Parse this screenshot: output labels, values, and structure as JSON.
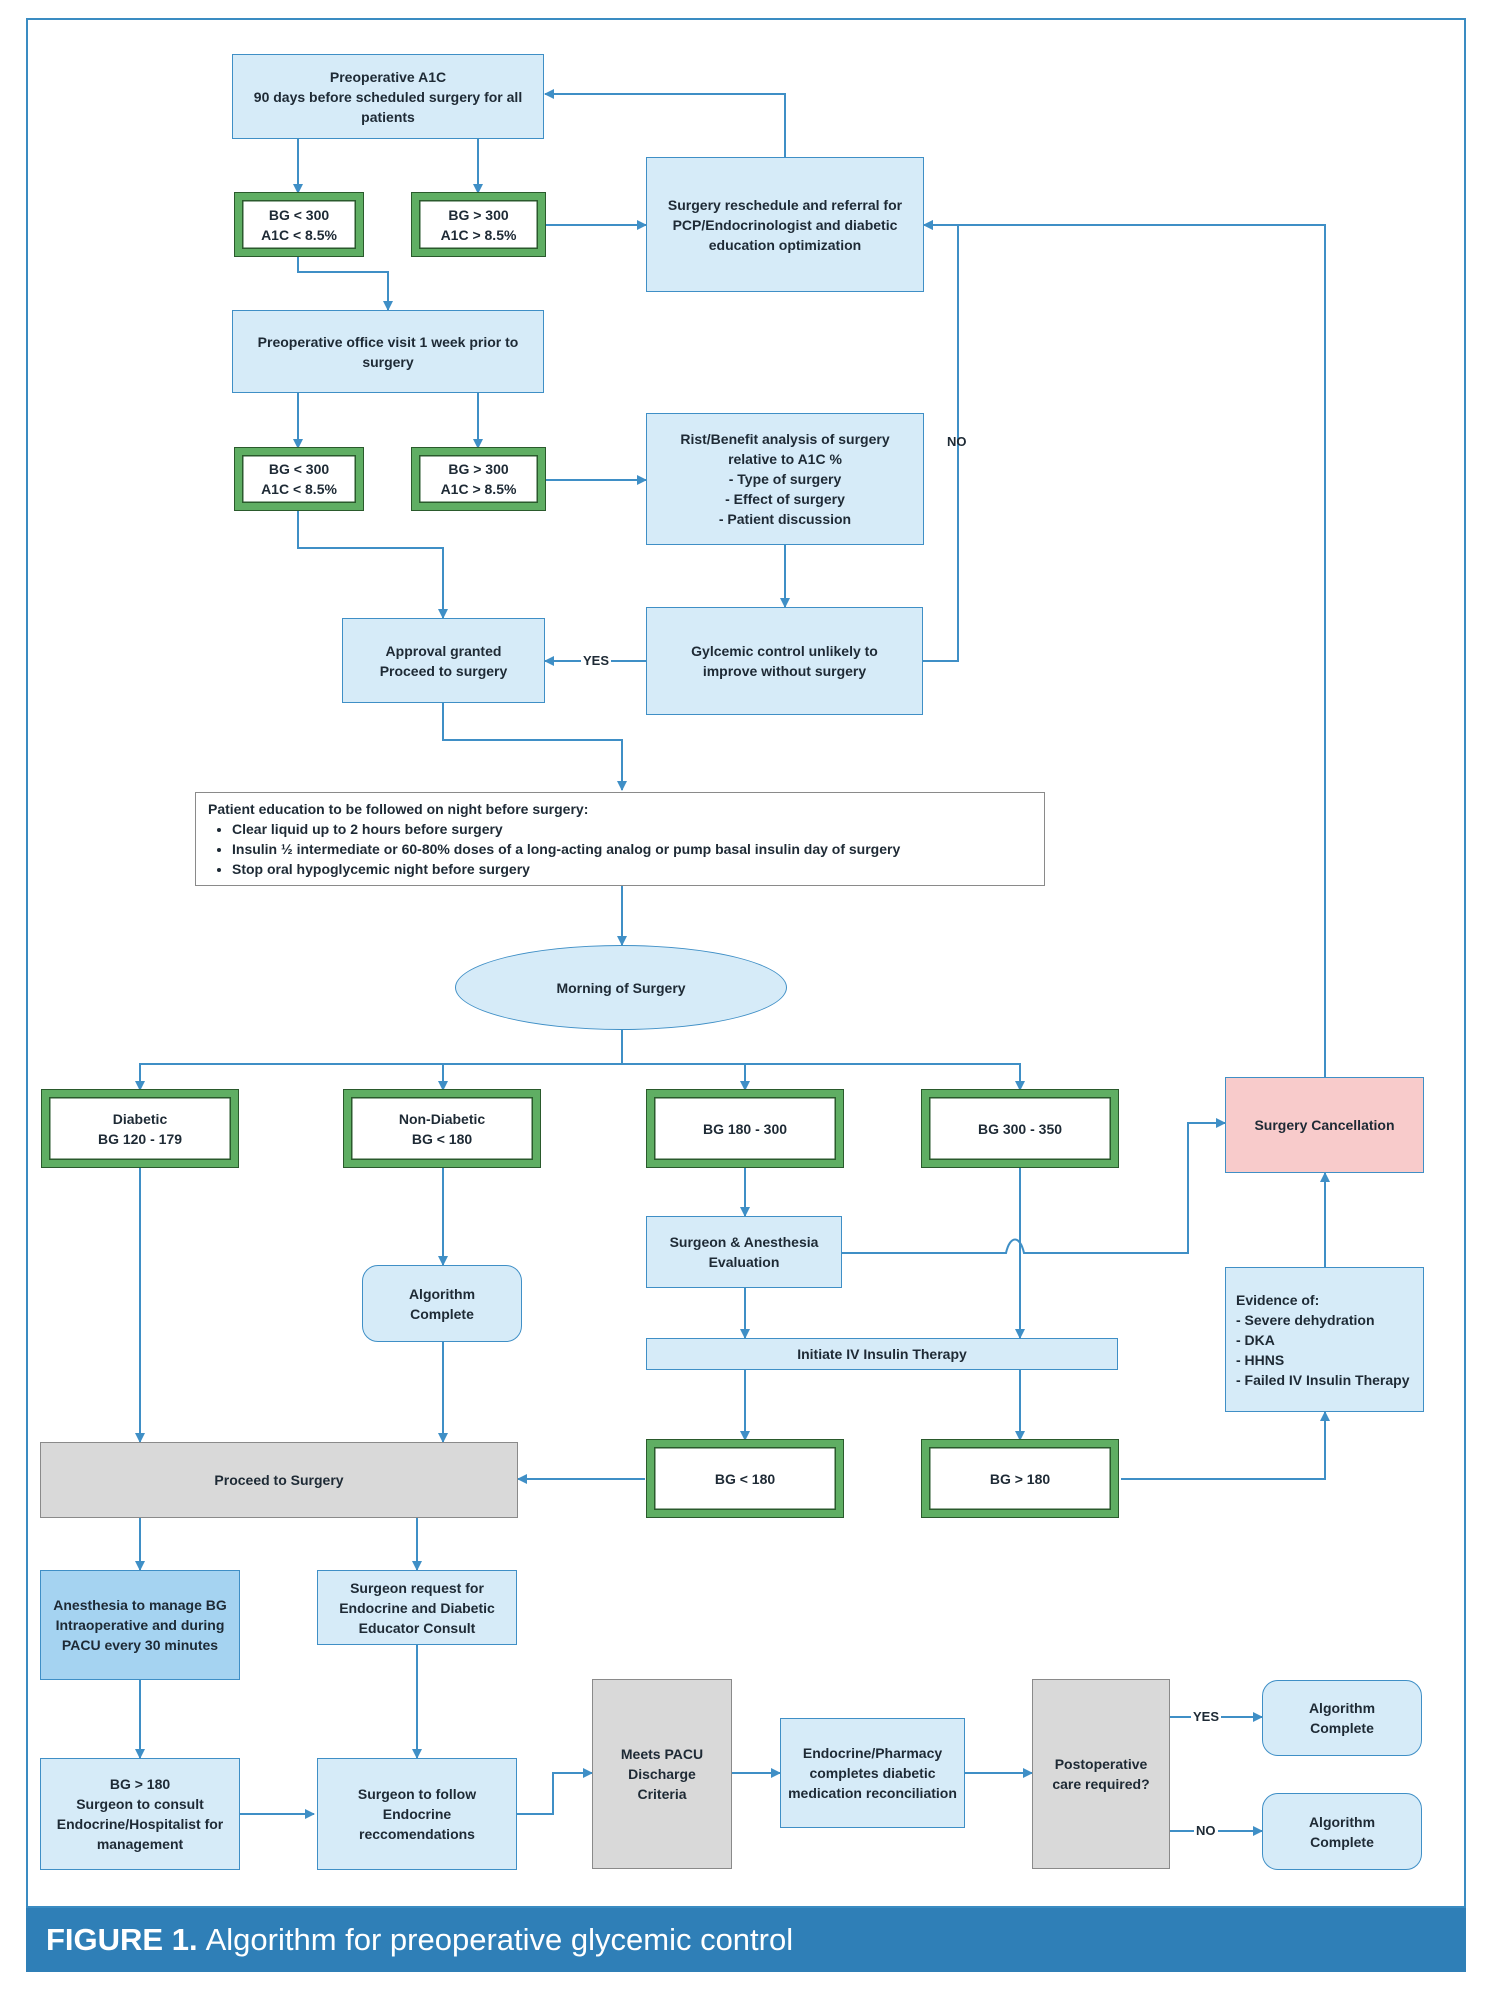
{
  "nodes": {
    "preop_a1c": "Preoperative A1C\n90 days before scheduled surgery for all patients",
    "bg_low_1": "BG < 300\nA1C < 8.5%",
    "bg_high_1": "BG > 300\nA1C > 8.5%",
    "reschedule": "Surgery reschedule and referral for PCP/Endocrinologist and diabetic education optimization",
    "office_visit": "Preoperative office visit 1 week  prior to surgery",
    "bg_low_2": "BG < 300\nA1C < 8.5%",
    "bg_high_2": "BG > 300\nA1C > 8.5%",
    "risk_benefit": "Rist/Benefit analysis of surgery\nrelative to A1C %\n- Type of surgery\n- Effect of surgery\n- Patient discussion",
    "approval": "Approval granted\nProceed to surgery",
    "glycemic_unlikely": "Gylcemic control unlikely to\nimprove without surgery",
    "morning": "Morning of Surgery",
    "diabetic": "Diabetic\nBG 120 - 179",
    "non_diabetic": "Non-Diabetic\nBG < 180",
    "bg_180_300": "BG 180 - 300",
    "bg_300_350": "BG 300 - 350",
    "cancellation": "Surgery Cancellation",
    "algo_complete_1": "Algorithm\nComplete",
    "surgeon_anesthesia": "Surgeon & Anesthesia\nEvaluation",
    "iv_insulin": "Initiate IV Insulin Therapy",
    "evidence": "Evidence of:\n- Severe dehydration\n- DKA\n- HHNS\n- Failed IV Insulin Therapy",
    "proceed": "Proceed to Surgery",
    "bg_lt_180": "BG < 180",
    "bg_gt_180": "BG > 180",
    "anesthesia_manage": "Anesthesia to manage BG Intraoperative and during PACU every 30 minutes",
    "surgeon_request": "Surgeon request for Endocrine and Diabetic Educator Consult",
    "bg_consult": "BG > 180\nSurgeon to consult Endocrine/Hospitalist for management",
    "surgeon_follow": "Surgeon to follow\nEndocrine\nreccomendations",
    "pacu": "Meets PACU\nDischarge\nCriteria",
    "endocrine_pharmacy": "Endocrine/Pharmacy completes diabetic medication reconciliation",
    "postop": "Postoperative care required?",
    "algo_complete_yes": "Algorithm\nComplete",
    "algo_complete_no": "Algorithm\nComplete"
  },
  "education": {
    "title": "Patient education to be followed on night before surgery:",
    "items": [
      "Clear liquid up to 2 hours before surgery",
      "Insulin ½ intermediate or 60-80% doses of a long-acting analog or pump basal insulin day of surgery",
      " Stop oral hypoglycemic night before surgery"
    ]
  },
  "edge_labels": {
    "no_1": "NO",
    "yes_1": "YES",
    "yes_2": "YES",
    "no_2": "NO"
  },
  "caption": {
    "label": "FIGURE 1.",
    "text": "Algorithm for preoperative glycemic control"
  },
  "colors": {
    "accent": "#2f7fb7",
    "box_fill": "#d6ebf8",
    "box_fill_dark": "#a5d3f1",
    "green_border": "#5fae63",
    "cancel_fill": "#f8cbcb",
    "gray_fill": "#d9d9d9"
  }
}
